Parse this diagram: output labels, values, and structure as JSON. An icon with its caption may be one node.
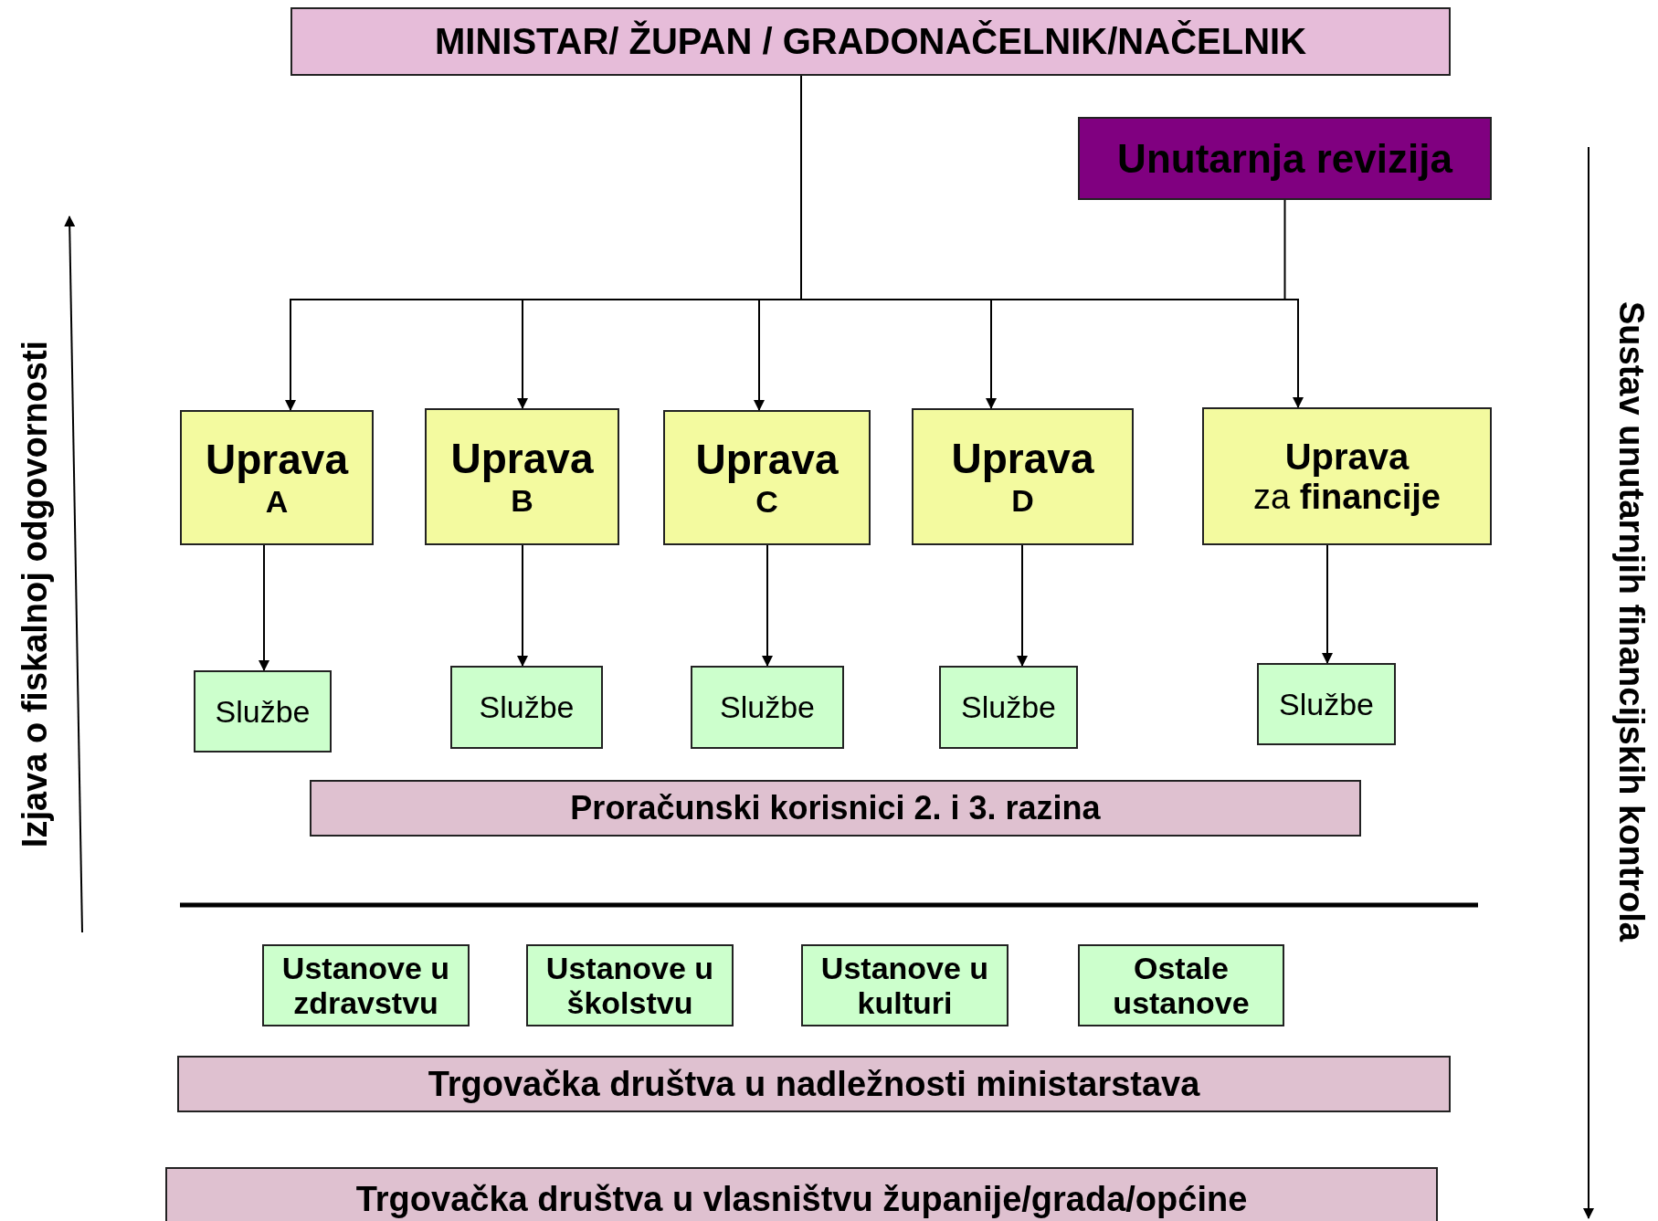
{
  "diagram": {
    "nodes": [
      {
        "text": [
          "MINISTAR/ ŽUPAN / GRADONAČELNIK/NAČELNIK"
        ]
      },
      {
        "text": [
          "Unutarnja revizija"
        ]
      },
      {
        "text": [
          "Uprava",
          "A"
        ]
      },
      {
        "text": [
          "Uprava",
          "B"
        ]
      },
      {
        "text": [
          "Uprava",
          "C"
        ]
      },
      {
        "text": [
          "Uprava",
          "D"
        ]
      },
      {
        "text": [
          "Uprava",
          "za **financije**"
        ]
      },
      {
        "text": [
          "Službe"
        ]
      },
      {
        "text": [
          "Službe"
        ]
      },
      {
        "text": [
          "Službe"
        ]
      },
      {
        "text": [
          "Službe"
        ]
      },
      {
        "text": [
          "Službe"
        ]
      },
      {
        "text": [
          "Proračunski korisnici 2. i 3. razina"
        ]
      },
      {
        "text": [
          "Ustanove u zdravstvu"
        ]
      },
      {
        "text": [
          "Ustanove u školstvu"
        ]
      },
      {
        "text": [
          "Ustanove u kulturi"
        ]
      },
      {
        "text": [
          "Ostale ustanove"
        ]
      },
      {
        "text": [
          "Trgovačka društva u nadležnosti ministarstava"
        ]
      },
      {
        "text": [
          "Trgovačka društva u vlasništvu županije/grada/općine"
        ]
      }
    ],
    "edges": [
      {
        "from": 0,
        "to": 1,
        "arrow": "none"
      },
      {
        "from": 0,
        "to": 2,
        "arrow": "to"
      },
      {
        "from": 0,
        "to": 3,
        "arrow": "to"
      },
      {
        "from": 0,
        "to": 4,
        "arrow": "to"
      },
      {
        "from": 0,
        "to": 5,
        "arrow": "to"
      },
      {
        "from": 0,
        "to": 6,
        "arrow": "to"
      },
      {
        "from": 2,
        "to": 7,
        "arrow": "to"
      },
      {
        "from": 3,
        "to": 8,
        "arrow": "to"
      },
      {
        "from": 4,
        "to": 9,
        "arrow": "to"
      },
      {
        "from": 5,
        "to": 10,
        "arrow": "to"
      },
      {
        "from": 6,
        "to": 11,
        "arrow": "to"
      }
    ],
    "labels": [
      "Izjava o fiskalnoj odgovornosti",
      "Sustav unutarnjih financijskih kontrola"
    ]
  }
}
